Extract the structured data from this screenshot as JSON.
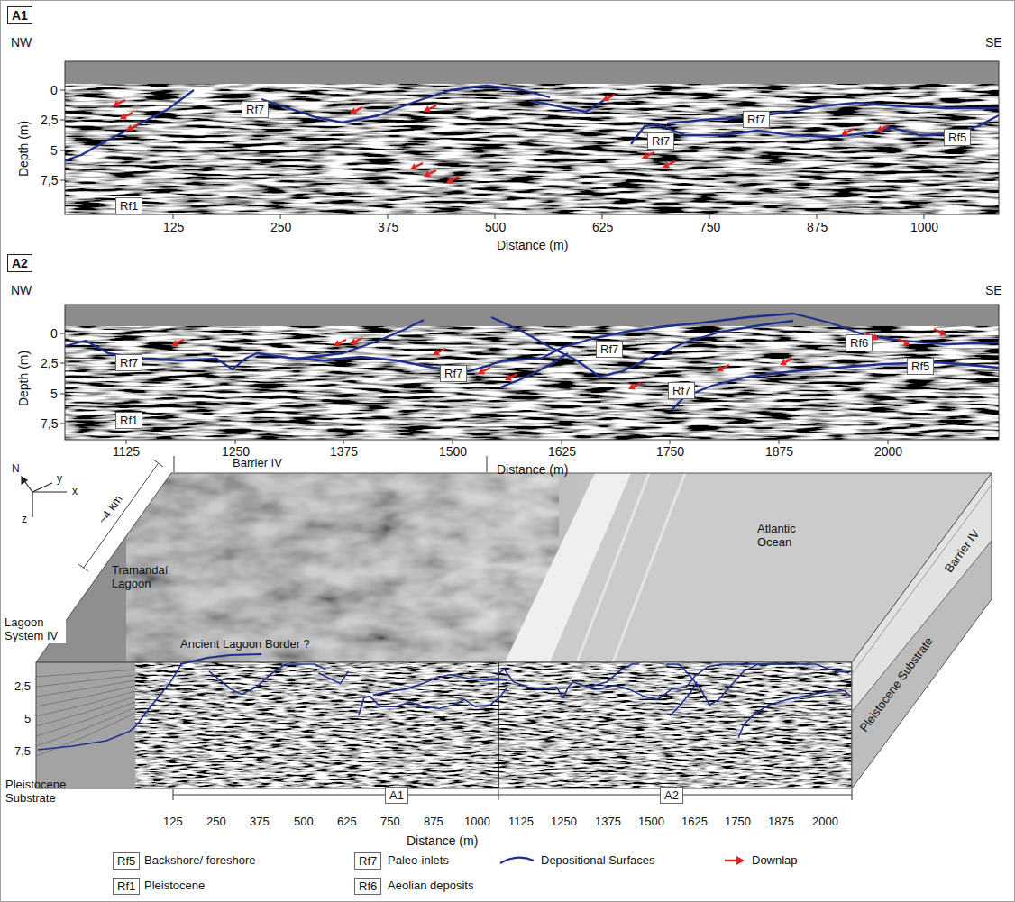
{
  "diagram": {
    "nodes": [
      {
        "text": [
          "A1"
        ]
      },
      {
        "text": [
          "Rf7"
        ]
      },
      {
        "text": [
          "Rf7"
        ]
      },
      {
        "text": [
          "Rf7"
        ]
      },
      {
        "text": [
          "Rf5"
        ]
      },
      {
        "text": [
          "Rf1"
        ]
      },
      {
        "text": [
          "A2"
        ]
      },
      {
        "text": [
          "Rf7"
        ]
      },
      {
        "text": [
          "Rf7"
        ]
      },
      {
        "text": [
          "Rf7"
        ]
      },
      {
        "text": [
          "Rf7"
        ]
      },
      {
        "text": [
          "Rf6"
        ]
      },
      {
        "text": [
          "Rf5"
        ]
      },
      {
        "text": [
          "Rf1"
        ]
      },
      {
        "text": [
          "A1"
        ]
      },
      {
        "text": [
          "A2"
        ]
      },
      {
        "text": [
          "Rf5"
        ]
      },
      {
        "text": [
          "Rf7"
        ]
      },
      {
        "text": [
          "Rf1"
        ]
      },
      {
        "text": [
          "Rf6"
        ]
      }
    ],
    "edges": [],
    "labels": [
      "NW",
      "SE",
      "Depth (m)",
      "0",
      "2,5",
      "5",
      "7,5",
      "125",
      "250",
      "375",
      "500",
      "625",
      "750",
      "875",
      "1000",
      "Distance (m)",
      "NW",
      "SE",
      "Depth (m)",
      "0",
      "2,5",
      "5",
      "7,5",
      "1125",
      "1250",
      "1375",
      "1500",
      "1625",
      "1750",
      "1875",
      "2000",
      "Distance (m)",
      "N",
      "y",
      "x",
      "z",
      "~4 km",
      "Barrier IV",
      "Tramandaí Lagoon",
      "Lagoon System IV",
      "Ancient Lagoon Border ?",
      "Atlantic Ocean",
      "Barrier IV",
      "Pleistocene Substrate",
      "2,5",
      "5",
      "7,5",
      "Pleistocene Substrate",
      "125",
      "250",
      "375",
      "500",
      "625",
      "750",
      "875",
      "1000",
      "1125",
      "1250",
      "1375",
      "1500",
      "1625",
      "1750",
      "1875",
      "2000",
      "Distance (m)"
    ],
    "legend": [
      {
        "text": "Backshore/ foreshore"
      },
      {
        "text": "Paleo-inlets"
      },
      {
        "text": "Depositional Surfaces"
      },
      {
        "text": "Downlap"
      },
      {
        "text": "Pleistocene"
      },
      {
        "text": "Aeolian deposits"
      }
    ]
  }
}
